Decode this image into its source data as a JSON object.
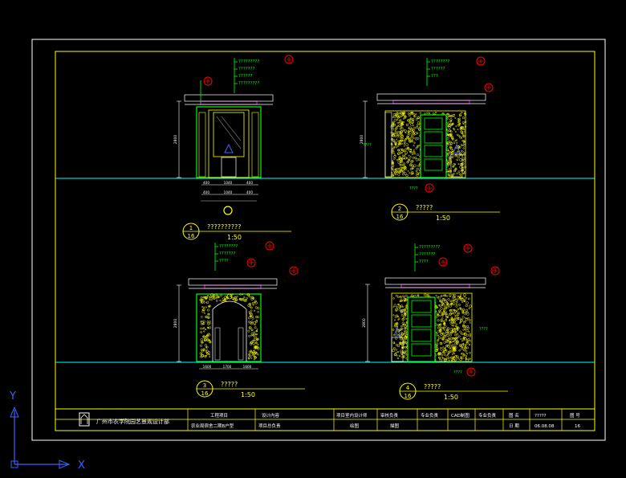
{
  "colors": {
    "background": "#000000",
    "frame": "#ffffff",
    "border": "#ffff00",
    "groundline": "#00ffff",
    "wall": "#00ff00",
    "trim": "#ff00ff",
    "annotation_red": "#ff0000",
    "ucs": "#4060ff"
  },
  "views": [
    {
      "number": "1",
      "sheet": "16",
      "title": "??????????",
      "scale": "1:50",
      "callouts": [
        "?????????",
        "???????",
        "??????",
        "?????????"
      ],
      "dims_side": "2800",
      "dims_bottom": [
        "400",
        "1040",
        "400"
      ]
    },
    {
      "number": "2",
      "sheet": "16",
      "title": "?????",
      "scale": "1:50",
      "callouts": [
        "????????",
        "??????",
        "???"
      ],
      "dims_side": "2800",
      "dims_bottom": []
    },
    {
      "number": "3",
      "sheet": "16",
      "title": "?????",
      "scale": "1:50",
      "callouts": [
        "????????",
        "???????",
        "????"
      ],
      "dims_side": "2800",
      "dims_bottom": [
        "1600",
        "1700",
        "1600"
      ]
    },
    {
      "number": "4",
      "sheet": "16",
      "title": "?????",
      "scale": "1:50",
      "callouts": [
        "?????????",
        "???????",
        "????"
      ],
      "dims_side": "2800",
      "dims_bottom": []
    }
  ],
  "title_block": {
    "company": "广州市农学院园艺景观设计部",
    "project_label": "工程项目",
    "project_name": "农业局宿舍二期B户型",
    "content_label": "设计内容",
    "content_value": "项目总负责",
    "design_label": "项目室内设计师",
    "drawn_label": "绘图",
    "drawn_value": "描图",
    "review_label": "审核负责",
    "approve_label": "专业负责",
    "cad_label": "CAD制图",
    "sheet_name_label": "图 名",
    "sheet_name_value": "?????",
    "sheet_no_label": "图 号",
    "date_label": "日 期",
    "date_value": "06.08.08",
    "sheet_no_value": "16"
  },
  "ucs": {
    "y_label": "Y",
    "x_label": "X"
  }
}
